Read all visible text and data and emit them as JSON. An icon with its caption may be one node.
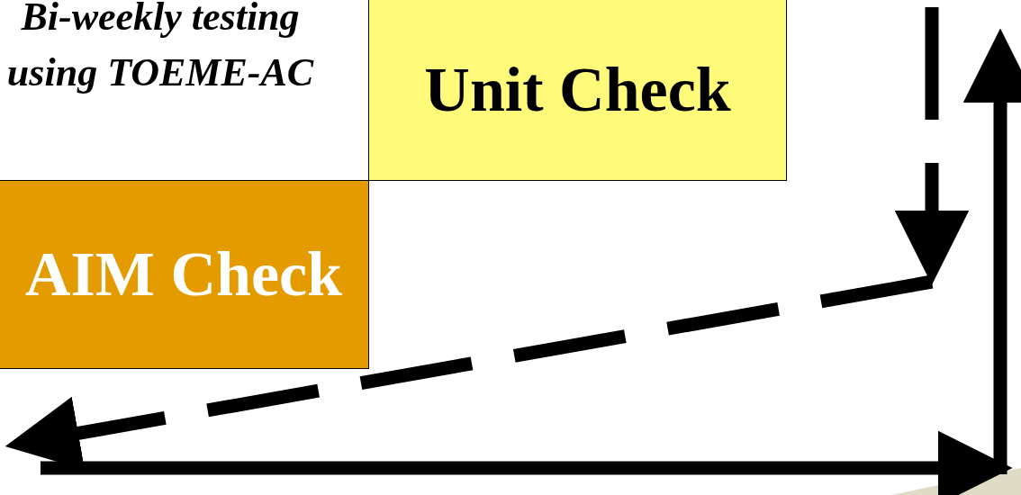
{
  "diagram": {
    "nodes": [
      {
        "text": [
          "Unit Check"
        ]
      },
      {
        "text": [
          "AIM Check"
        ]
      }
    ],
    "labels": [
      "Bi-weekly testing using TOEME-AC"
    ]
  }
}
